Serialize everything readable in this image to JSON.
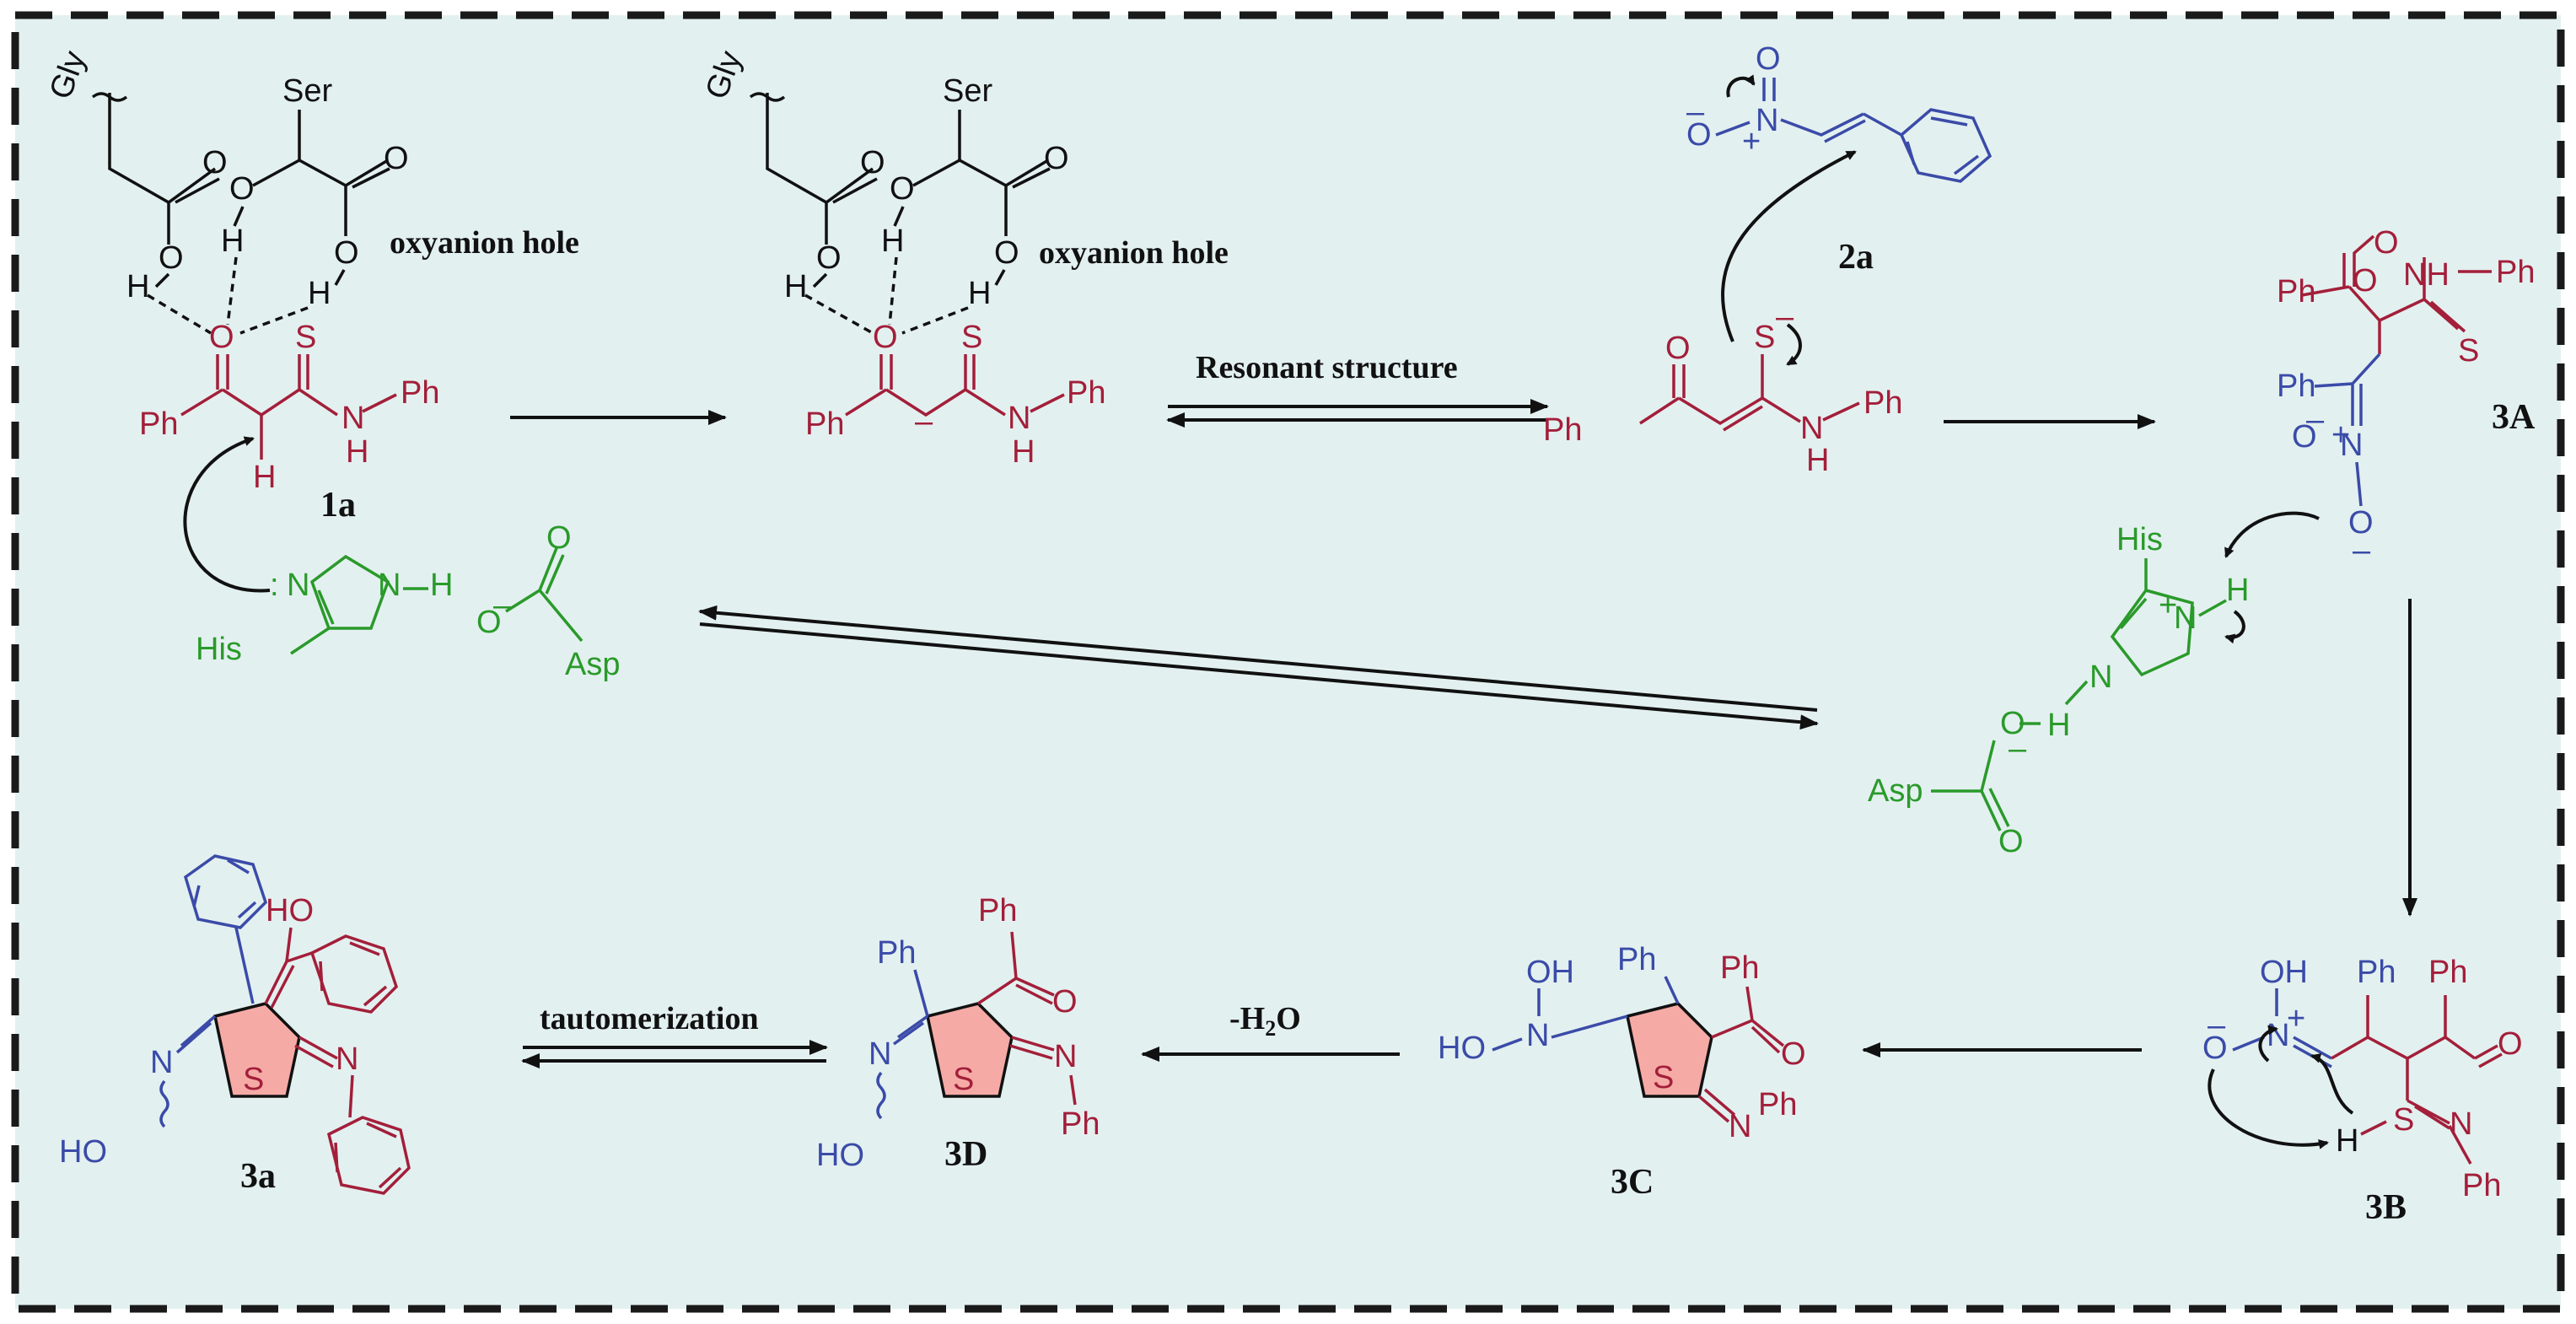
{
  "labels": {
    "c1a": "1a",
    "c2a": "2a",
    "c3A": "3A",
    "c3B": "3B",
    "c3C": "3C",
    "c3D": "3D",
    "c3a": "3a"
  },
  "annotations": {
    "oxyanion1": "oxyanion hole",
    "oxyanion2": "oxyanion hole",
    "resonant": "Resonant structure",
    "tautomerization": "tautomerization",
    "minus_h2o": "-H",
    "minus_h2o_sub": "2",
    "minus_h2o_end": "O"
  },
  "atoms": {
    "gly": "Gly",
    "ser": "Ser",
    "o": "O",
    "h": "H",
    "s": "S",
    "ph": "Ph",
    "nh": "NH",
    "n": "N",
    "ho": "HO",
    "oh": "OH",
    "his": "His",
    "asp": "Asp",
    "hn_ph": "HN–Ph",
    "n_h": "N–H"
  }
}
